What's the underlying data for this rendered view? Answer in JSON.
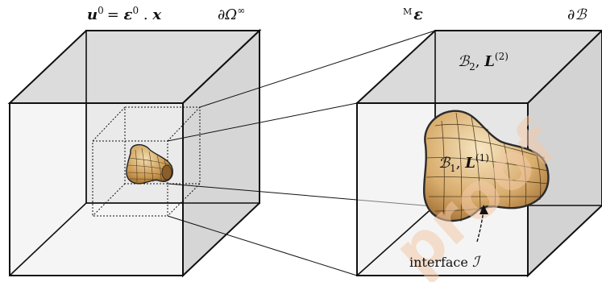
{
  "labels": {
    "far_field_u": "u",
    "far_field_sup0": "0",
    "far_field_eq": "= ",
    "far_field_eps": "ε",
    "far_field_sup0b": "0",
    "far_field_dot": " . ",
    "far_field_x": "x",
    "outer_boundary": "∂Ω",
    "outer_boundary_sup": "∞",
    "macro_strain_M": "M",
    "macro_strain_eps": "ε",
    "rve_boundary": "∂",
    "rve_boundary_B": "ℬ",
    "matrix_B": "ℬ",
    "matrix_sub": "2",
    "matrix_comma": ", ",
    "matrix_L": "L",
    "matrix_sup": "(2)",
    "inclusion_B": "ℬ",
    "inclusion_sub": "1",
    "inclusion_comma": ", ",
    "inclusion_L": "L",
    "inclusion_sup": "(1)",
    "interface_text": "interface ",
    "interface_I": "ℐ",
    "watermark": "proof"
  },
  "colors": {
    "cube_face": "#e3e3e3",
    "cube_face_dark": "#d4d4d4",
    "inclusion_light": "#f0d8a8",
    "inclusion_dark": "#a8773c",
    "watermark": "#f3c9a6"
  }
}
